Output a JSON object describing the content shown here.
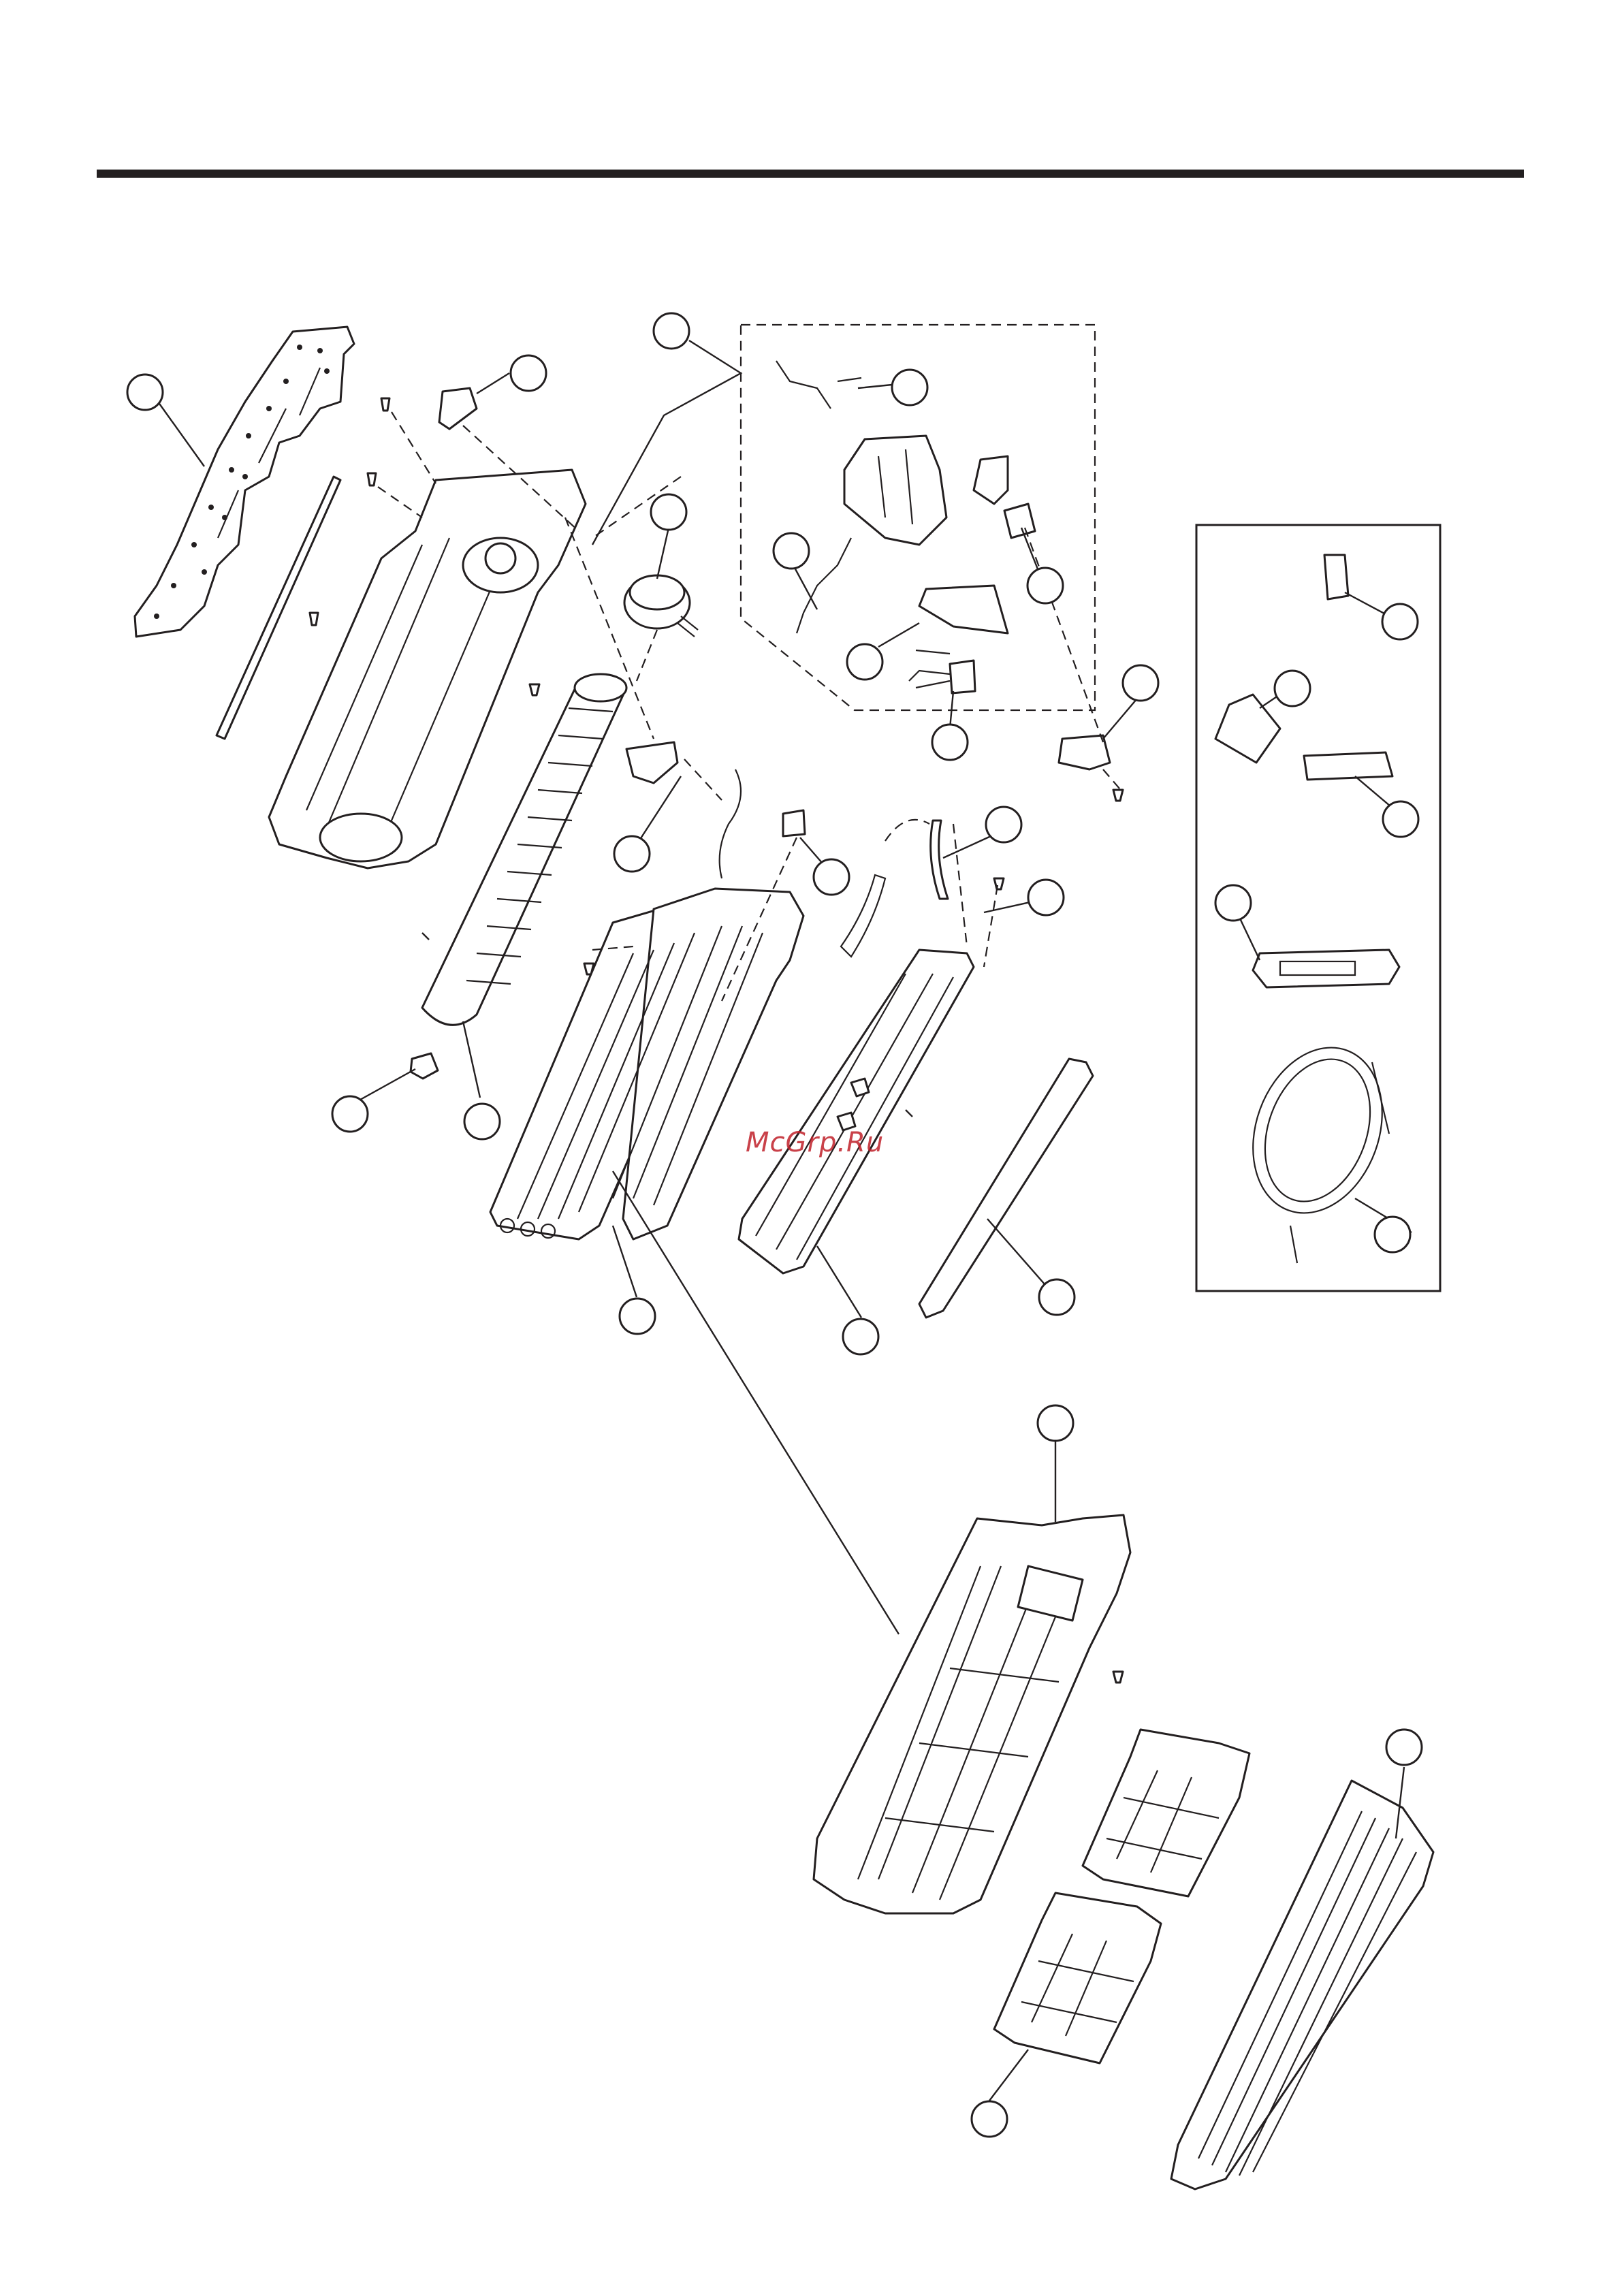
{
  "page": {
    "background": "#ffffff",
    "ink_color": "#231f20"
  },
  "watermark": {
    "text": "McGrp.Ru",
    "color": "#c0202a"
  },
  "callouts": [
    {
      "id": "main-chassis"
    },
    {
      "id": "motor-holder"
    },
    {
      "id": "control-box"
    },
    {
      "id": "pcb-harness"
    },
    {
      "id": "fan-motor"
    },
    {
      "id": "sensor-wire"
    },
    {
      "id": "control-cover"
    },
    {
      "id": "terminal-block"
    },
    {
      "id": "terminal-bracket"
    },
    {
      "id": "display-pcb"
    },
    {
      "id": "bearing-holder"
    },
    {
      "id": "thermistor-clip"
    },
    {
      "id": "drain-hose"
    },
    {
      "id": "louver-motor"
    },
    {
      "id": "bearing-rubber"
    },
    {
      "id": "cross-flow-fan"
    },
    {
      "id": "evaporator"
    },
    {
      "id": "discharge-grille"
    },
    {
      "id": "air-guide-louver"
    },
    {
      "id": "front-frame"
    },
    {
      "id": "front-panel"
    },
    {
      "id": "air-filter"
    },
    {
      "id": "accessory-clip"
    },
    {
      "id": "accessory-board"
    },
    {
      "id": "accessory-holder"
    },
    {
      "id": "remote-controller"
    },
    {
      "id": "insulation-hose"
    }
  ]
}
